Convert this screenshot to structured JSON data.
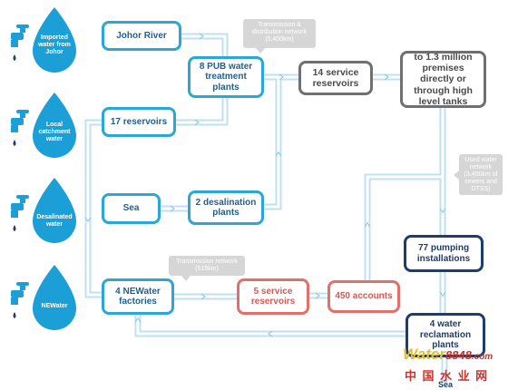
{
  "sources": [
    {
      "label": "Imported water from Johor"
    },
    {
      "label": "Local catchment water"
    },
    {
      "label": "Desalinated water"
    },
    {
      "label": "NEWater"
    }
  ],
  "nodes": {
    "johor_river": "Johor River",
    "pub_plants": "8 PUB water treatment plants",
    "reservoirs17": "17 reservoirs",
    "sea_left": "Sea",
    "desal_plants": "2 desalination plants",
    "newater_factories": "4 NEWater factories",
    "service_reservoirs14": "14 service reservoirs",
    "premises": "to 1.3 million premises directly or through high level tanks",
    "pumping": "77 pumping installations",
    "reclamation": "4 water reclamation plants",
    "service_reservoirs5": "5 service reservoirs",
    "accounts": "450 accounts",
    "sea_bottom": "Sea"
  },
  "callouts": {
    "transmission_distribution": "Transmission & distribution network (5,400km)",
    "used_water": "Used water network (3,400km of sewers and DTSS)",
    "transmission": "Transmission network (515km)"
  },
  "watermark": {
    "brand_main": "Water",
    "brand_num": "8848",
    "brand_tld": ".com",
    "cn": "中 国 水 业 网"
  },
  "colors": {
    "pipe": "#b9dcee",
    "accent": "#2aa7d6",
    "grey": "#707070",
    "red": "#e0706a",
    "navy": "#1d3d6e",
    "drop": "#1c9fd6"
  }
}
